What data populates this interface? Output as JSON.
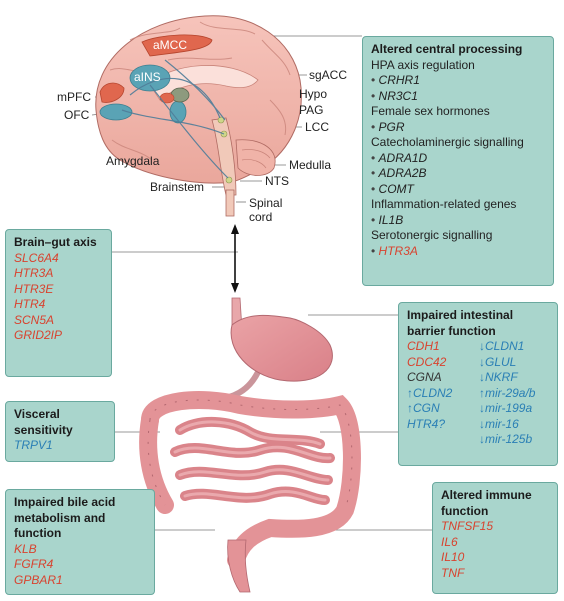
{
  "brain_labels": {
    "amcc": "aMCC",
    "ains": "aINS",
    "sgacc": "sgACC",
    "hypo": "Hypo",
    "pag": "PAG",
    "lcc": "LCC",
    "mpfc": "mPFC",
    "ofc": "OFC",
    "amygdala": "Amygdala",
    "medulla": "Medulla",
    "nts": "NTS",
    "brainstem": "Brainstem",
    "spinal_cord": "Spinal\ncord"
  },
  "central": {
    "title": "Altered central processing",
    "groups": [
      {
        "heading": "HPA axis regulation",
        "genes": [
          "CRHR1",
          "NR3C1"
        ]
      },
      {
        "heading": "Female sex hormones",
        "genes": [
          "PGR"
        ]
      },
      {
        "heading": "Catecholaminergic signalling",
        "genes": [
          "ADRA1D",
          "ADRA2B",
          "COMT"
        ]
      },
      {
        "heading": "Inflammation-related genes",
        "genes": [
          "IL1B"
        ]
      },
      {
        "heading": "Serotonergic signalling",
        "genes": [
          "HTR3A"
        ],
        "red": true
      }
    ]
  },
  "brain_gut": {
    "title": "Brain–gut axis",
    "genes": [
      "SLC6A4",
      "HTR3A",
      "HTR3E",
      "HTR4",
      "SCN5A",
      "GRID2IP"
    ]
  },
  "barrier": {
    "title": "Impaired intestinal barrier function",
    "left": [
      {
        "text": "CDH1",
        "color": "red"
      },
      {
        "text": "CDC42",
        "color": "red"
      },
      {
        "text": "CGNA",
        "color": "dark"
      },
      {
        "text": "↑CLDN2",
        "color": "blue"
      },
      {
        "text": "↑CGN",
        "color": "blue"
      },
      {
        "text": "HTR4?",
        "color": "blue"
      }
    ],
    "right": [
      "↓CLDN1",
      "↓GLUL",
      "↓NKRF",
      "↑mir-29a/b",
      "↓mir-199a",
      "↓mir-16",
      "↓mir-125b"
    ]
  },
  "visceral": {
    "title": "Visceral sensitivity",
    "genes": [
      "TRPV1"
    ]
  },
  "bile": {
    "title": "Impaired bile acid metabolism and function",
    "genes": [
      "KLB",
      "FGFR4",
      "GPBAR1"
    ]
  },
  "immune": {
    "title": "Altered immune function",
    "genes": [
      "TNFSF15",
      "IL6",
      "IL10",
      "TNF"
    ]
  },
  "colors": {
    "box_fill": "#a9d5cc",
    "box_border": "#6aa99f",
    "red_gene": "#d8432f",
    "blue_gene": "#2a7fb5",
    "brain": "#f3b8ae",
    "gut": "#e79da0",
    "region_red": "#e0674e",
    "region_teal": "#5aa3b5"
  }
}
